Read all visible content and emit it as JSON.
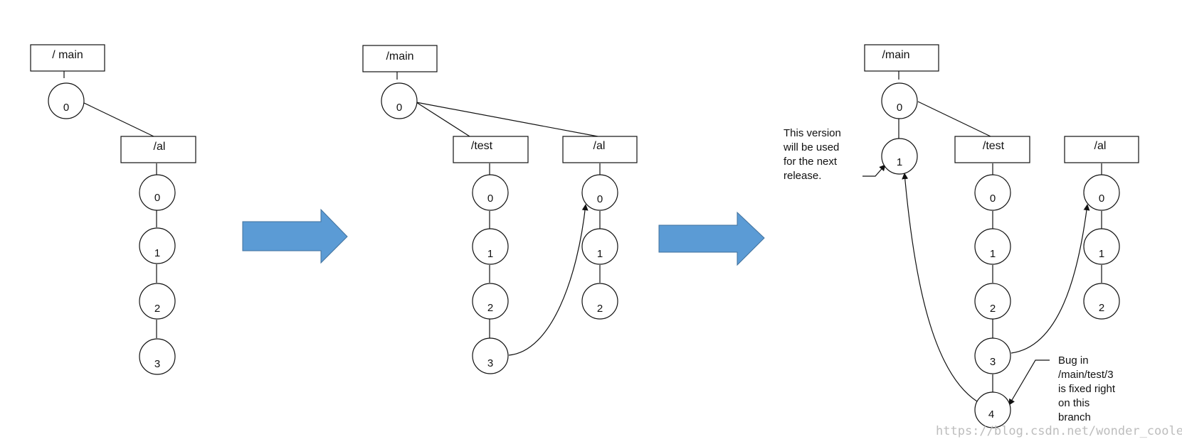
{
  "colors": {
    "arrow": "#5b9bd5",
    "arrow_stroke": "#41719c",
    "line": "#111111"
  },
  "stage1": {
    "main_label": "/ main",
    "main_node": "0",
    "al_label": "/al",
    "al_nodes": [
      "0",
      "1",
      "2",
      "3"
    ]
  },
  "stage2": {
    "main_label": "/main",
    "main_node": "0",
    "test_label": "/test",
    "test_nodes": [
      "0",
      "1",
      "2",
      "3"
    ],
    "al_label": "/al",
    "al_nodes": [
      "0",
      "1",
      "2"
    ]
  },
  "stage3": {
    "main_label": "/main",
    "main_nodes": [
      "0",
      "1"
    ],
    "test_label": "/test",
    "test_nodes": [
      "0",
      "1",
      "2",
      "3",
      "4"
    ],
    "al_label": "/al",
    "al_nodes": [
      "0",
      "1",
      "2"
    ],
    "note_release": [
      "This version",
      "will be used",
      "for the next",
      "release."
    ],
    "note_bug": [
      "Bug in",
      "/main/test/3",
      "is fixed right",
      "on this",
      "branch"
    ]
  },
  "watermark": "https://blog.csdn.net/wonder_coole"
}
